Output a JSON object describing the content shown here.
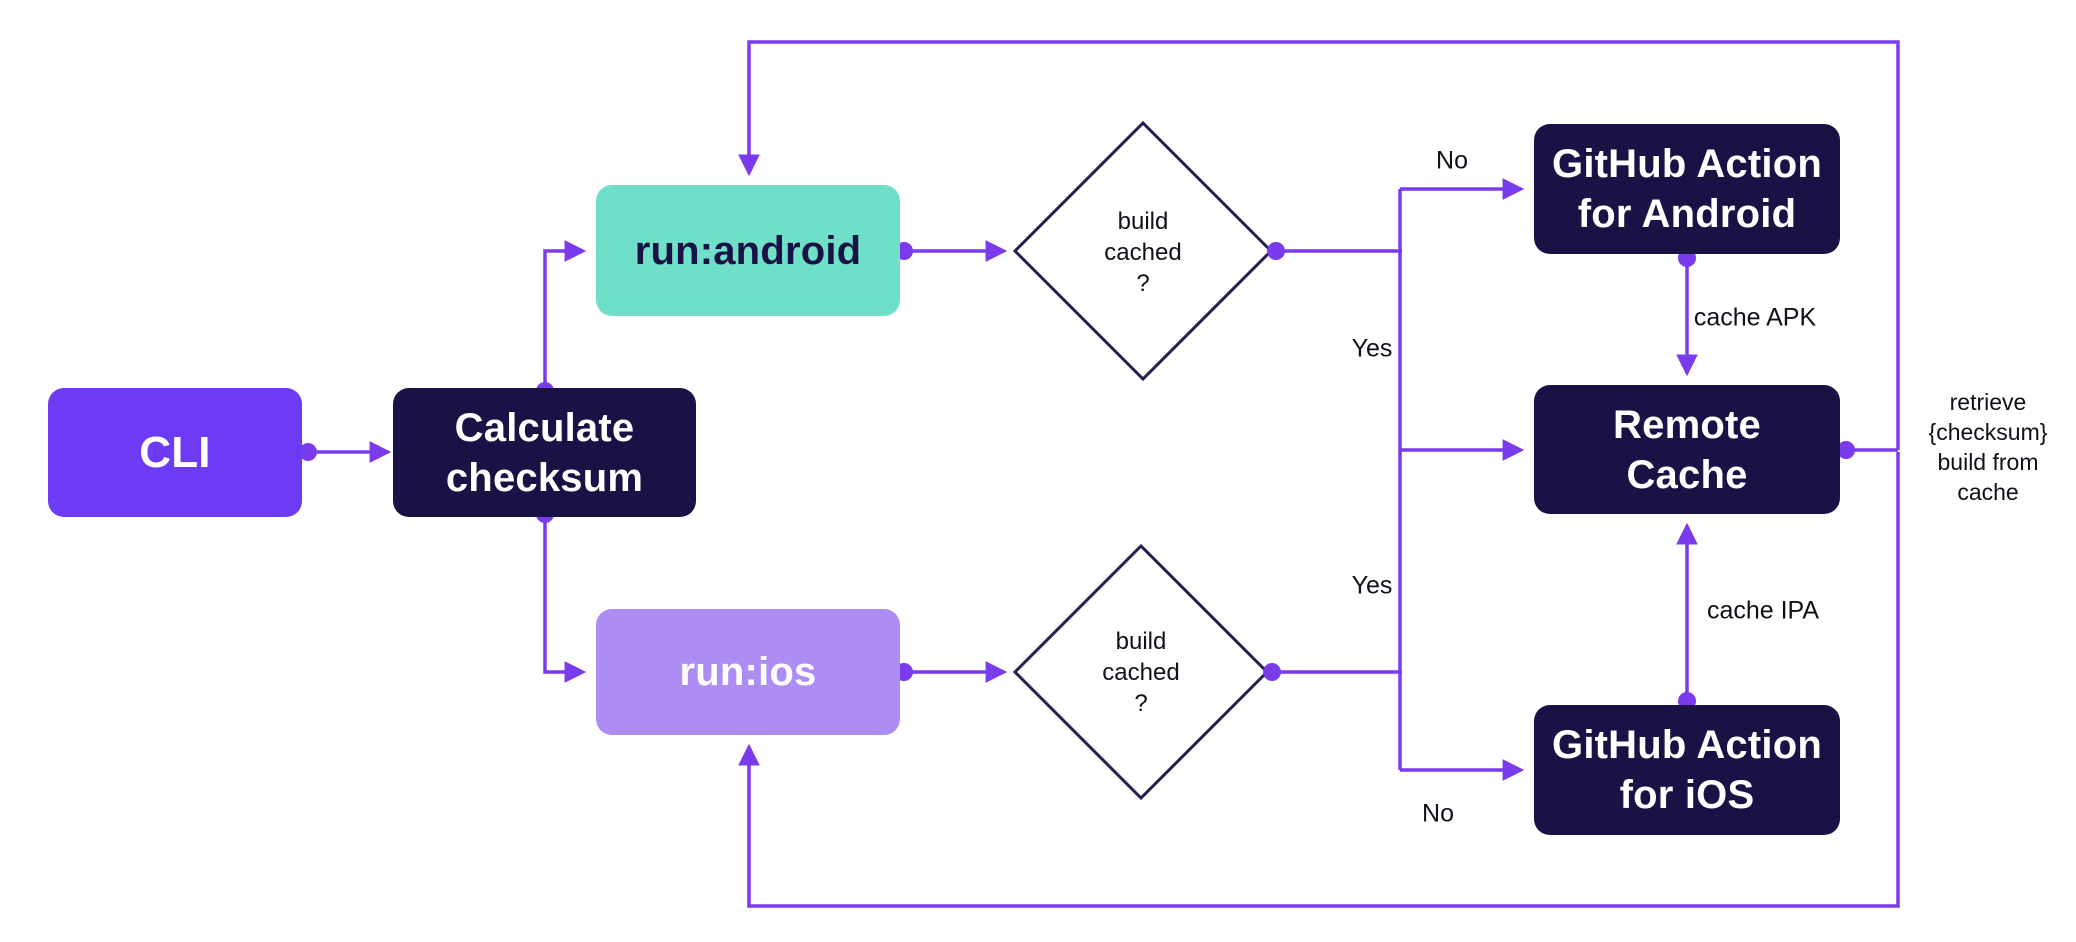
{
  "diagram": {
    "nodes": {
      "cli": {
        "label": "CLI"
      },
      "calculate_checksum": {
        "label": "Calculate\nchecksum"
      },
      "run_android": {
        "label": "run:android"
      },
      "run_ios": {
        "label": "run:ios"
      },
      "github_action_android": {
        "label": "GitHub Action\nfor Android"
      },
      "remote_cache": {
        "label": "Remote\nCache"
      },
      "github_action_ios": {
        "label": "GitHub Action\nfor iOS"
      }
    },
    "decisions": {
      "android": {
        "label": "build\ncached\n?"
      },
      "ios": {
        "label": "build\ncached\n?"
      }
    },
    "edge_labels": {
      "no_android": "No",
      "yes_android": "Yes",
      "yes_ios": "Yes",
      "no_ios": "No",
      "cache_apk": "cache APK",
      "cache_ipa": "cache IPA",
      "retrieve_from_cache": "retrieve\n{checksum}\nbuild from\ncache"
    },
    "colors": {
      "accent_purple": "#6C3BF3",
      "line_purple": "#7A3BEC",
      "dark_navy": "#191345",
      "teal": "#70DFC9",
      "light_purple": "#AD8CF4",
      "diamond_border": "#232150",
      "label_text": "#101018",
      "background": "#FFFFFF"
    }
  }
}
